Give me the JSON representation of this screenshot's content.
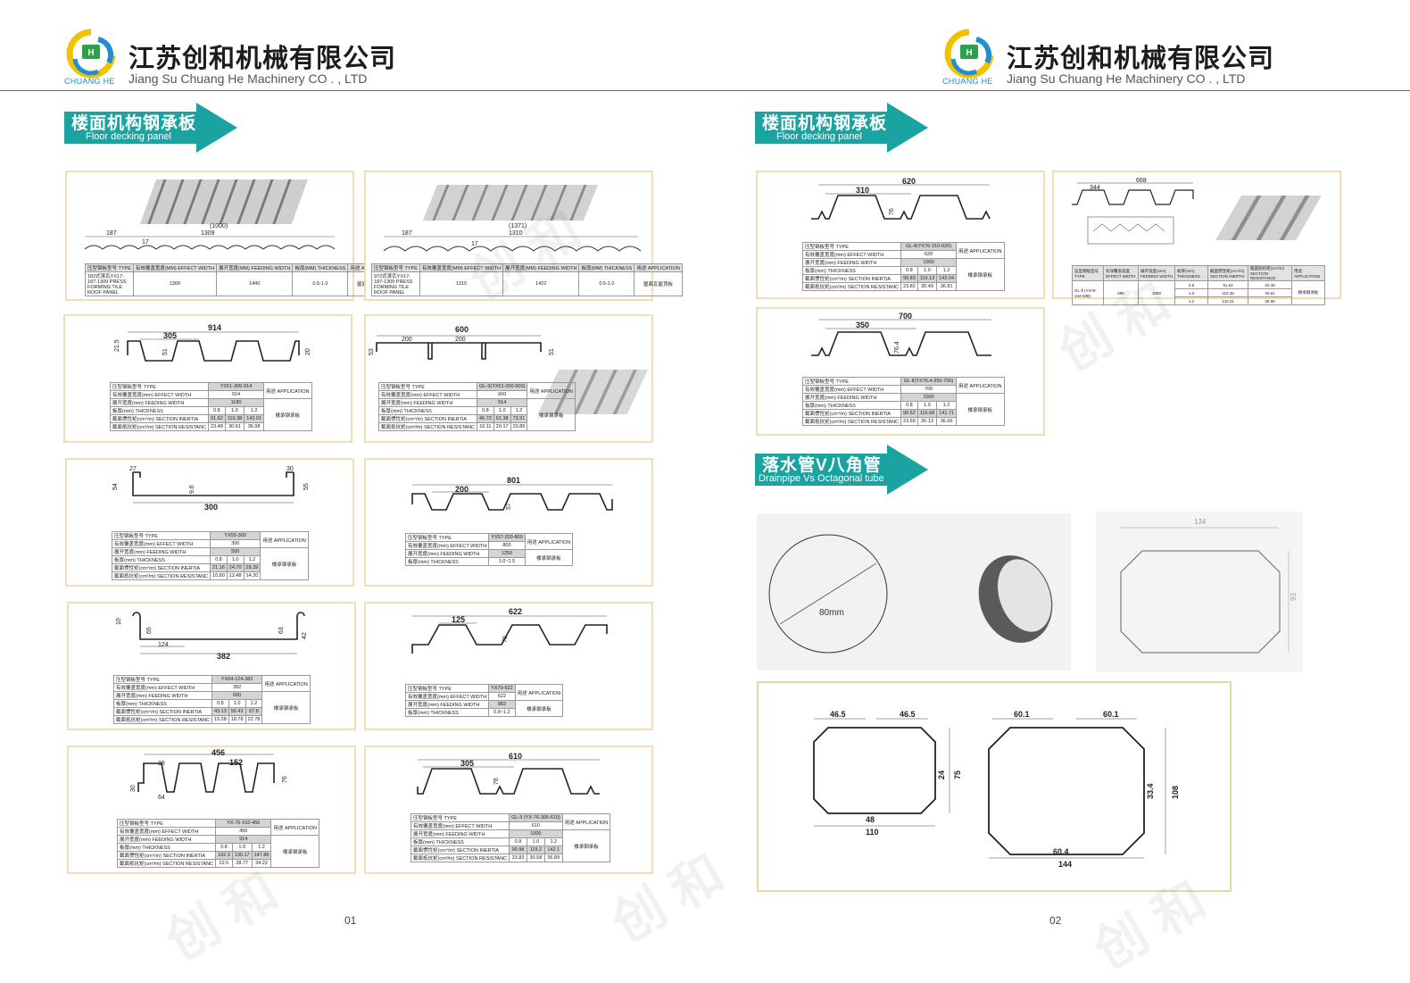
{
  "brand": {
    "company_cn": "江苏创和机械有限公司",
    "company_en": "Jiang Su Chuang He Machinery CO . , LTD",
    "logo_caption": "CHUANG HE",
    "accent": "#1aa3a0",
    "rule_color": "#1a80b8"
  },
  "sections": {
    "floor_cn": "楼面机构钢承板",
    "floor_en": "Floor decking panel",
    "drain_cn": "落水管V八角管",
    "drain_en": "Drainpipe Vs Octagonal tube"
  },
  "pages": {
    "left_number": "01",
    "right_number": "02"
  },
  "watermark": "创 和",
  "labels": {
    "type": "压型钢板型号 TYPE",
    "effect_width": "有效覆盖宽度(mm) EFFECT WIDTH",
    "feeding_width": "展开宽度(mm) FEEDING WIDTH",
    "thickness": "板厚(mm) THICKNESS",
    "inertia": "截面惯性矩(cm⁴/m) SECTION INERTIA",
    "resistance": "截面抵抗矩(cm³/m) SECTION RESISTANC",
    "application": "用途 APPLICATION",
    "app_floor": "楼承钢承板",
    "app_roof": "屋面瓦屋顶板"
  },
  "tile_headers": [
    "压型钢板型号 TYPE",
    "有效覆盖宽度(MM) EFFECT WIDTH",
    "展开宽度(MM) FEEDING WIDTH",
    "板厚(MM) THICKNESS",
    "用途 APPLICATION"
  ],
  "tile_panels": [
    {
      "name": "YX17-187-1309",
      "type": "182式滚瓦YX17-187-1309 PRESS FORMING TILE ROOF PANEL",
      "effect": "1309",
      "feeding": "1440",
      "thickness": "0.5-1.0",
      "app": "屋面瓦屋顶板",
      "dims": [
        "187",
        "1309",
        "17",
        "(1000)"
      ]
    },
    {
      "name": "YX17-187-1309 B",
      "type": "972式滚瓦YX17-187-1309 PRESS FORMING TILE ROOF PANEL",
      "effect": "1310",
      "feeding": "1422",
      "thickness": "0.5-1.0",
      "app": "屋面瓦屋顶板",
      "dims": [
        "187",
        "1310",
        "17",
        "(1371)"
      ]
    }
  ],
  "deck_panels": [
    {
      "id": "p1",
      "type": "YX51-305-914",
      "effect": "914",
      "feeding": "1180",
      "thk": [
        "0.8",
        "1.0",
        "1.2"
      ],
      "inertia": [
        "91.62",
        "119.38",
        "142.01"
      ],
      "resist": [
        "23.48",
        "30.61",
        "36.98"
      ],
      "dims": [
        "914",
        "305",
        "21.5",
        "51",
        "20"
      ]
    },
    {
      "id": "p2",
      "type": "GL-3(YX51-200-600)",
      "effect": "600",
      "feeding": "914",
      "thk": [
        "0.8",
        "1.0",
        "1.2"
      ],
      "inertia": [
        "46.72",
        "61.38",
        "73.51"
      ],
      "resist": [
        "16.11",
        "20.17",
        "23.89"
      ],
      "dims": [
        "600",
        "200",
        "200",
        "51",
        "53"
      ]
    },
    {
      "id": "p3",
      "type": "YX55-300",
      "effect": "300",
      "feeding": "500",
      "thk": [
        "0.8",
        "1.0",
        "1.2"
      ],
      "inertia": [
        "21.16",
        "24.70",
        "28.39"
      ],
      "resist": [
        "10.80",
        "12.48",
        "14.20"
      ],
      "dims": [
        "27",
        "30",
        "300",
        "54",
        "55",
        "9.6"
      ]
    },
    {
      "id": "p4",
      "type": "YX57-200-800",
      "effect": "800",
      "feeding": "1250",
      "thk_range": "1.0~1.5",
      "dims": [
        "801",
        "200",
        "57"
      ]
    },
    {
      "id": "p5",
      "type": "YX64-124-382",
      "effect": "382",
      "feeding": "600",
      "thk": [
        "0.8",
        "1.0",
        "1.2"
      ],
      "inertia": [
        "43.13",
        "56.42",
        "67.8"
      ],
      "resist": [
        "15.28",
        "18.78",
        "22.78"
      ],
      "dims": [
        "382",
        "124",
        "65",
        "63",
        "42",
        "10"
      ]
    },
    {
      "id": "p6",
      "type": "YX70-622",
      "effect": "622",
      "feeding": "882",
      "thk_range": "0.8~1.2",
      "dims": [
        "622",
        "125",
        "70"
      ]
    },
    {
      "id": "p7",
      "type": "YX-76-152-456",
      "effect": "456",
      "feeding": "914",
      "thk": [
        "0.8",
        "1.0",
        "1.2"
      ],
      "inertia": [
        "102.3",
        "130.17",
        "147.86"
      ],
      "resist": [
        "22.5",
        "28.77",
        "34.22"
      ],
      "dims": [
        "456",
        "152",
        "38",
        "64",
        "76",
        "30"
      ]
    },
    {
      "id": "p8",
      "type": "GL-3 (YX-76-305-610)",
      "effect": "610",
      "feeding": "1000",
      "thk": [
        "0.8",
        "1.0",
        "1.2"
      ],
      "inertia": [
        "90.98",
        "119.2",
        "142.1"
      ],
      "resist": [
        "23.83",
        "30.58",
        "36.89"
      ],
      "dims": [
        "610",
        "305",
        "76"
      ]
    },
    {
      "id": "p9",
      "type": "GL-Ⅱ(YX76-310-620)",
      "effect": "620",
      "feeding": "1000",
      "thk": [
        "0.8",
        "1.0",
        "1.2"
      ],
      "inertia": [
        "90.83",
        "119.13",
        "142.04"
      ],
      "resist": [
        "23.82",
        "30.49",
        "36.81"
      ],
      "dims": [
        "620",
        "310",
        "76"
      ]
    },
    {
      "id": "p10",
      "type": "GL-Ⅱ(YX76.4-350-700)",
      "effect": "700",
      "feeding": "1000",
      "thk": [
        "0.8",
        "1.0",
        "1.2"
      ],
      "inertia": [
        "90.52",
        "116.68",
        "141.71"
      ],
      "resist": [
        "23.69",
        "30.13",
        "36.66"
      ],
      "dims": [
        "700",
        "350",
        "76.4"
      ]
    }
  ],
  "p11": {
    "dims": [
      "668",
      "344"
    ],
    "headers": [
      "压型钢板型号 TYPE",
      "有效覆盖宽度 EFFECT WIDTH",
      "展开宽度(mm) FEEDING WIDTH",
      "板厚(mm) THICKNESS",
      "截面惯性矩(cm⁴/m) SECTION INERTIA",
      "截面抵抗矩(cm³/m) SECTION RESISTANCE",
      "用途 APPLICATION"
    ],
    "type": "GL-Ⅱ (YX76-344-688)",
    "effect": "688",
    "feeding": "1000",
    "thk": [
      "0.8",
      "1.0",
      "1.2"
    ],
    "inertia": [
      "91.62",
      "119.38",
      "142.01"
    ],
    "resist": [
      "23.48",
      "30.61",
      "36.98"
    ],
    "app": "楼承钢承板"
  },
  "drain": {
    "circle_label": "80mm",
    "oct_large": [
      "134",
      "93"
    ],
    "oct_a": [
      "46.5",
      "46.5",
      "24",
      "75",
      "48",
      "110"
    ],
    "oct_b": [
      "60.1",
      "60.1",
      "33.4",
      "108",
      "60.4",
      "144"
    ]
  }
}
